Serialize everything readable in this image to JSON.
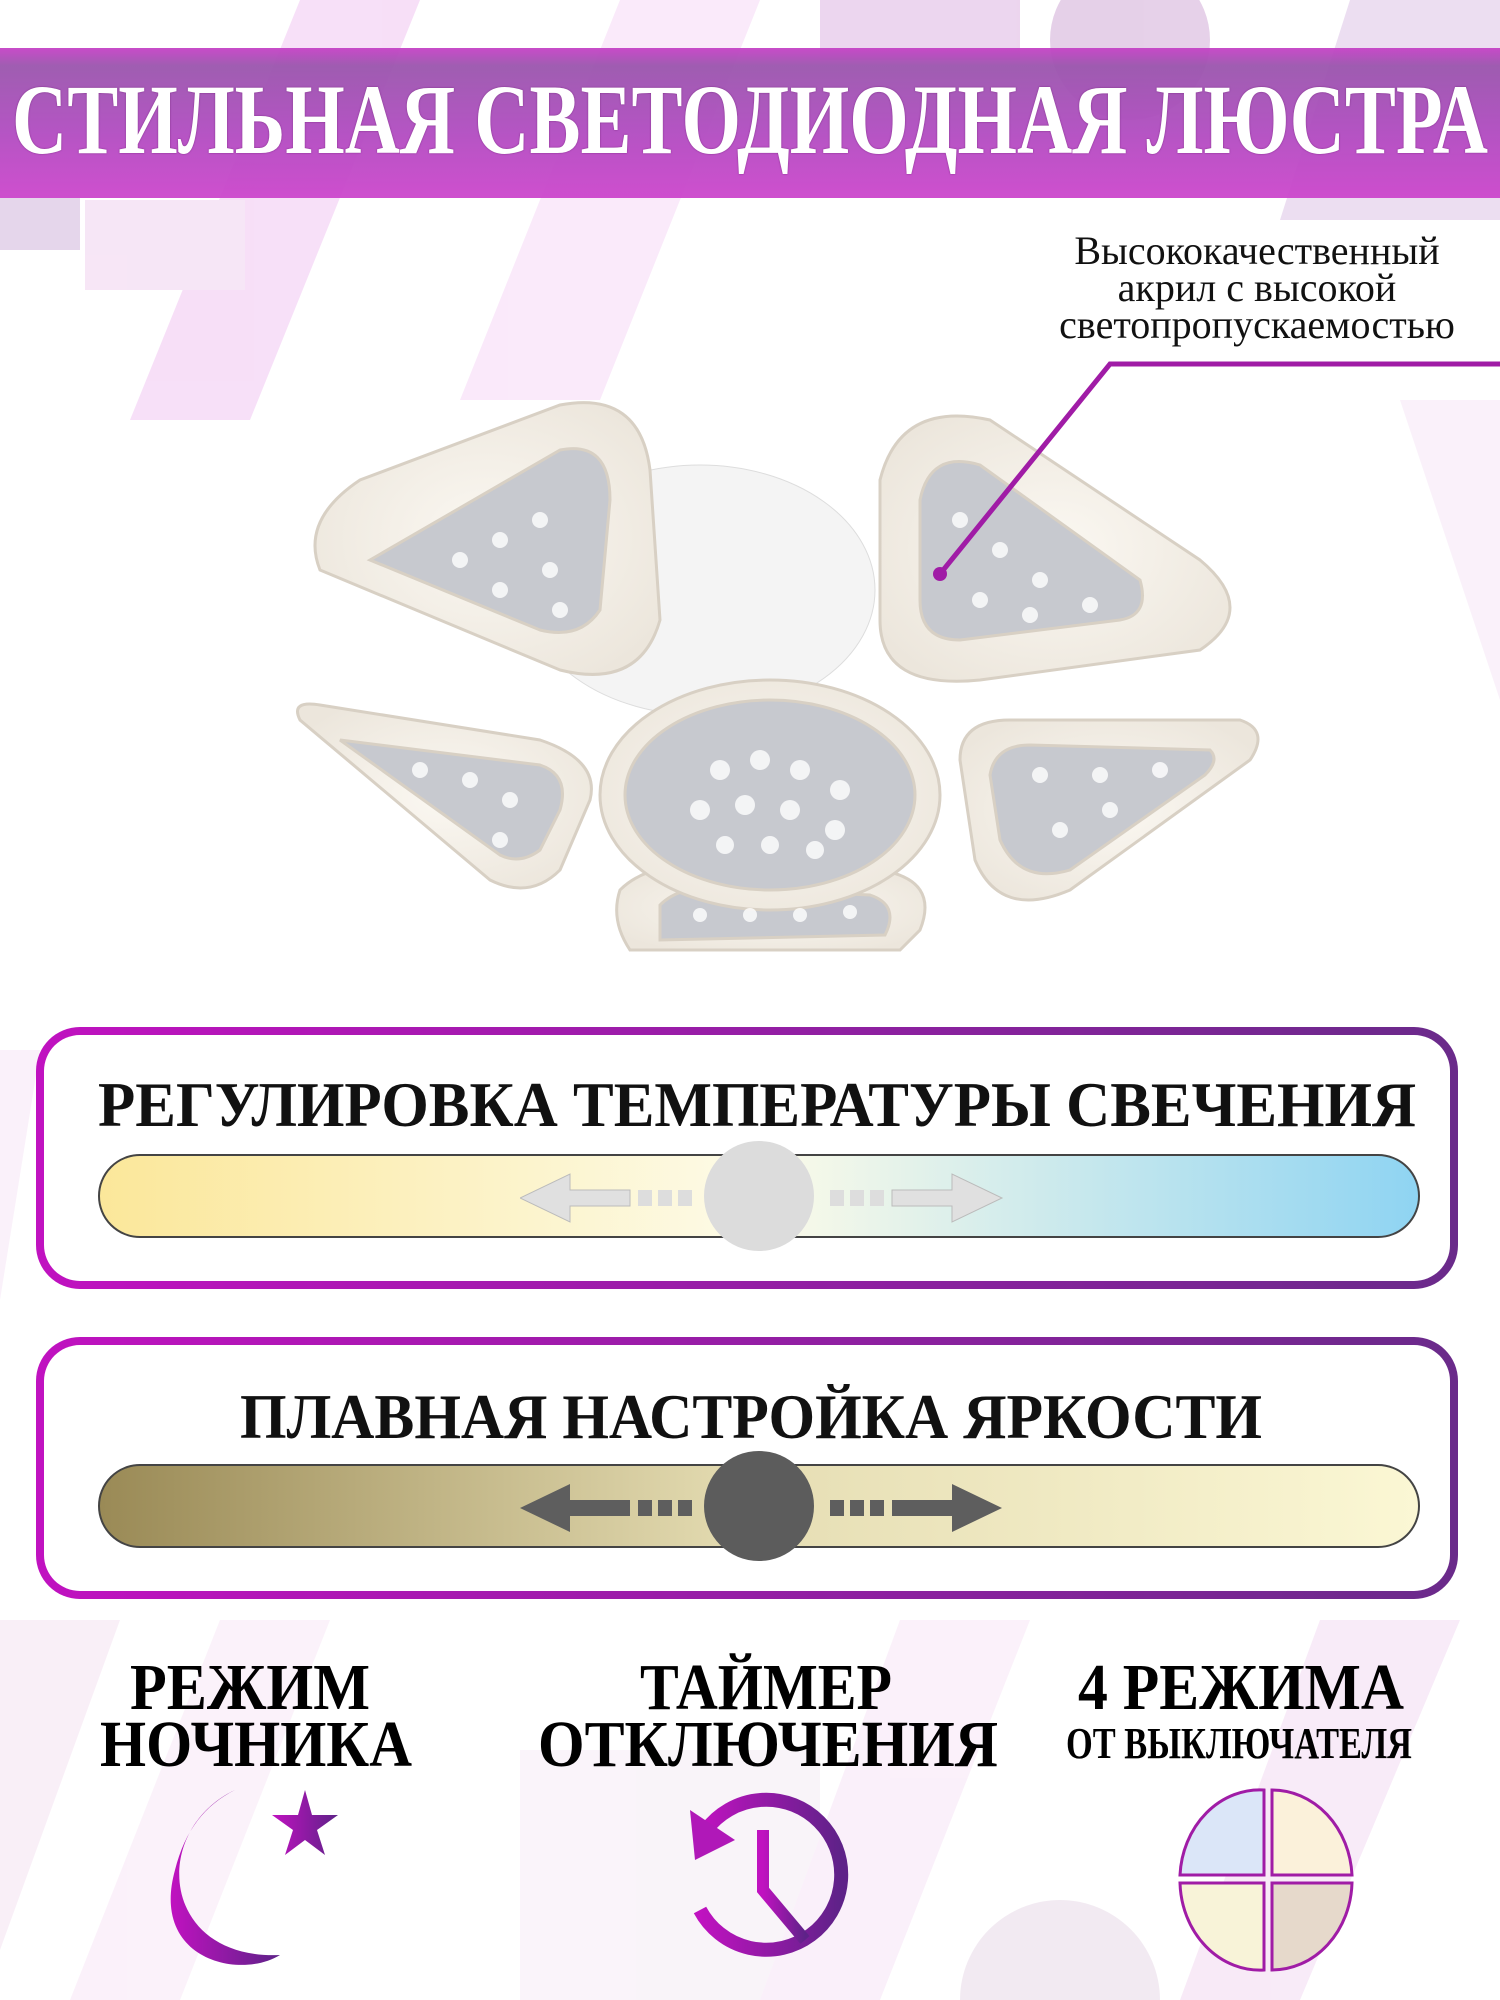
{
  "banner": {
    "title": "СТИЛЬНАЯ СВЕТОДИОДНАЯ ЛЮСТРА"
  },
  "callout": {
    "lines": [
      "Высококачественный",
      "акрил с высокой",
      "светопропускаемостью"
    ]
  },
  "features": {
    "temperature": {
      "title": "РЕГУЛИРОВКА ТЕМПЕРАТУРЫ СВЕЧЕНИЯ",
      "gradient": [
        "#fbe79a",
        "#fdfbe8",
        "#8fd4f2"
      ],
      "position": 0.5
    },
    "brightness": {
      "title": "ПЛАВНАЯ НАСТРОЙКА ЯРКОСТИ",
      "gradient": [
        "#9a8a56",
        "#e6deb4",
        "#fbf7d4"
      ],
      "position": 0.5
    }
  },
  "modes": [
    {
      "line1": "РЕЖИМ",
      "line2": "НОЧНИКА",
      "icon": "moon-star-icon"
    },
    {
      "line1": "ТАЙМЕР",
      "line2": "ОТКЛЮЧЕНИЯ",
      "icon": "timer-icon"
    },
    {
      "line1": "4 РЕЖИМА",
      "line2": "ОТ ВЫКЛЮЧАТЕЛЯ",
      "icon": "four-modes-icon"
    }
  ],
  "colors": {
    "accent": "#b01cb5",
    "accent_dark": "#6a2a8a"
  }
}
